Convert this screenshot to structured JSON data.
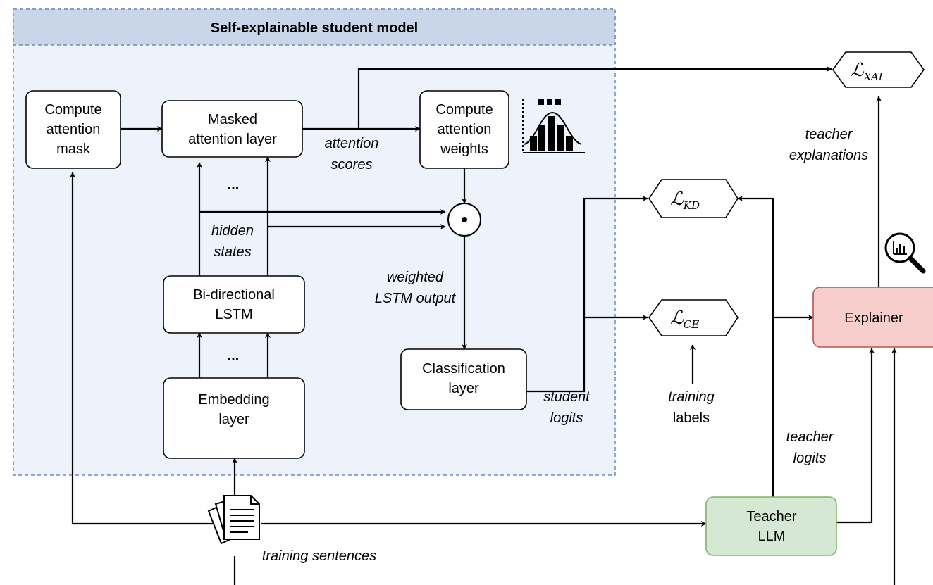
{
  "student_model": {
    "title": "Self-explainable student model",
    "fill": "#eef2fb",
    "header_fill": "#c9d6ea",
    "border": "#6c8ebf"
  },
  "nodes": {
    "compute_mask": [
      "Compute",
      "attention",
      "mask"
    ],
    "masked_attention": [
      "Masked",
      "attention layer"
    ],
    "compute_weights": [
      "Compute",
      "attention",
      "weights"
    ],
    "bilstm": [
      "Bi-directional",
      "LSTM"
    ],
    "embedding": [
      "Embedding",
      "layer"
    ],
    "classification": [
      "Classification",
      "layer"
    ],
    "explainer": "Explainer",
    "teacher": [
      "Teacher",
      "LLM"
    ]
  },
  "node_colors": {
    "explainer_fill": "#f8cecc",
    "explainer_stroke": "#b85450",
    "teacher_fill": "#d5e8d4",
    "teacher_stroke": "#82b366"
  },
  "losses": {
    "xai": {
      "symbol": "ℒ",
      "subscript": "XAI"
    },
    "kd": {
      "symbol": "ℒ",
      "subscript": "KD"
    },
    "ce": {
      "symbol": "ℒ",
      "subscript": "CE"
    }
  },
  "operator": "⊙",
  "ellipsis": "...",
  "edge_labels": {
    "attention_scores": [
      "attention",
      "scores"
    ],
    "hidden_states": [
      "hidden",
      "states"
    ],
    "weighted_output": [
      "weighted",
      "LSTM output"
    ],
    "student_logits": [
      "student",
      "logits"
    ],
    "training_labels": [
      "training",
      "labels"
    ],
    "teacher_logits": [
      "teacher",
      "logits"
    ],
    "teacher_explanations": [
      "teacher",
      "explanations"
    ],
    "training_sentences": "training sentences"
  },
  "icons": [
    "attention-distribution-icon",
    "magnifier-chart-icon",
    "documents-icon"
  ]
}
